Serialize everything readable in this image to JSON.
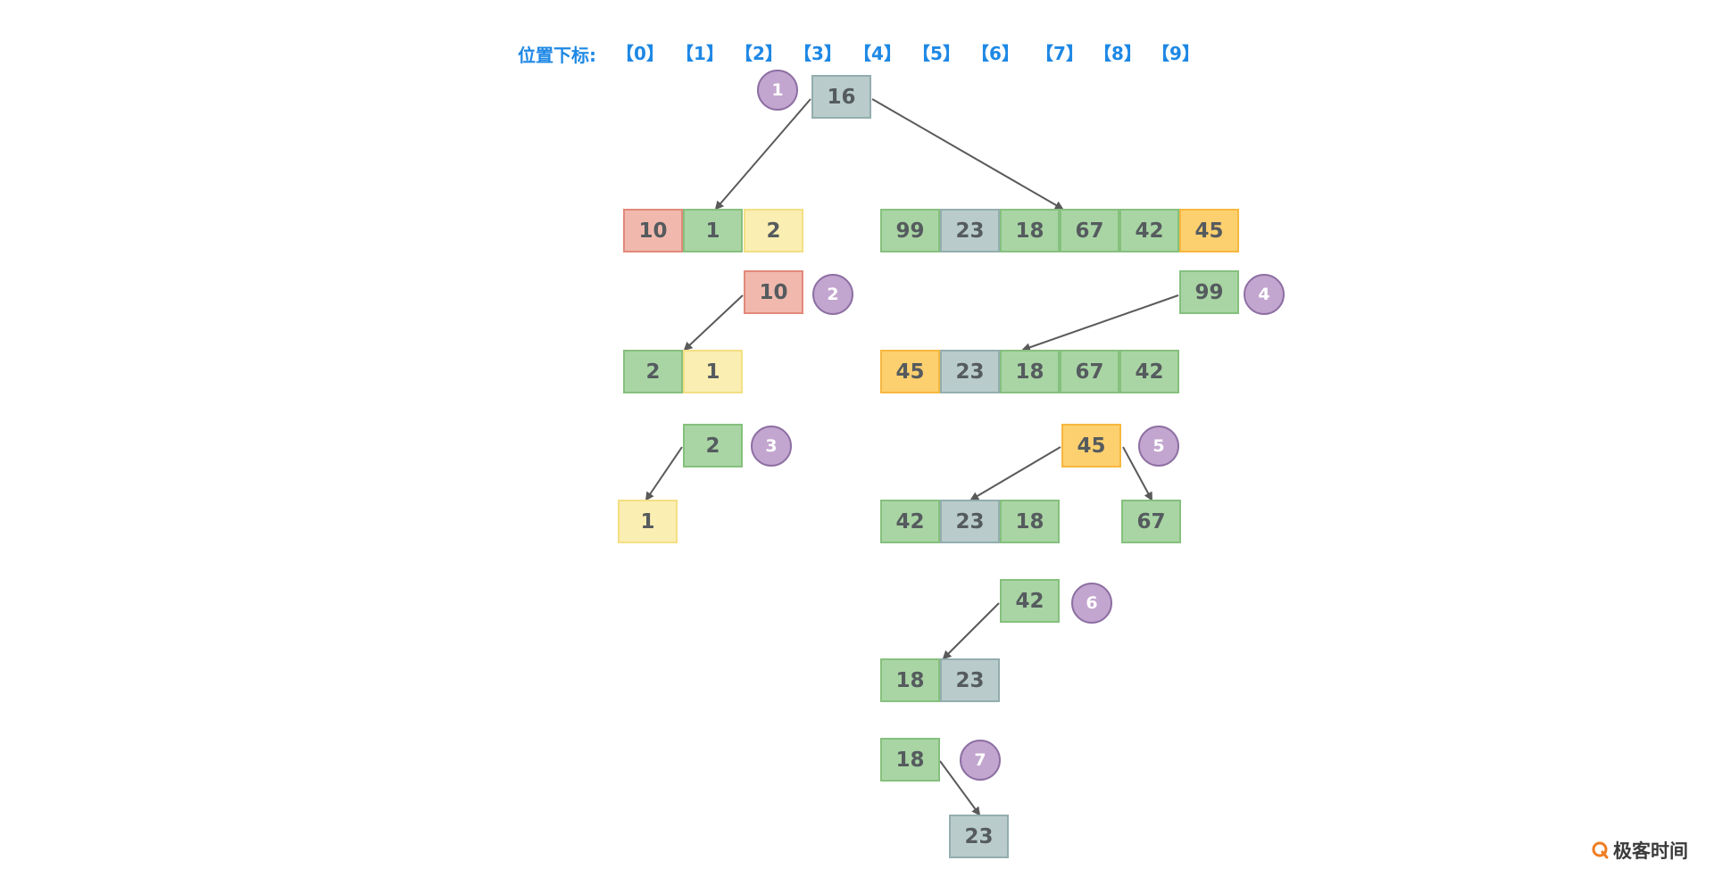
{
  "index_title": "位置下标:",
  "indices": [
    "【0】",
    "【1】",
    "【2】",
    "【3】",
    "【4】",
    "【5】",
    "【6】",
    "【7】",
    "【8】",
    "【9】"
  ],
  "colors": {
    "green": "#a9d5a4",
    "gray": "#b9cccb",
    "red": "#f1b9ad",
    "yellow": "#fbeeb2",
    "orange": "#fdd06f",
    "step_circle": "#c3a6cf",
    "index_text": "#1e88e5",
    "arrow": "#5a5a5a"
  },
  "boxes": [
    {
      "value": "16",
      "color": "gray"
    },
    {
      "value": "10",
      "color": "red"
    },
    {
      "value": "1",
      "color": "green"
    },
    {
      "value": "2",
      "color": "yellow"
    },
    {
      "value": "99",
      "color": "green"
    },
    {
      "value": "23",
      "color": "gray"
    },
    {
      "value": "18",
      "color": "green"
    },
    {
      "value": "67",
      "color": "green"
    },
    {
      "value": "42",
      "color": "green"
    },
    {
      "value": "45",
      "color": "orange"
    },
    {
      "value": "10",
      "color": "red"
    },
    {
      "value": "99",
      "color": "green"
    },
    {
      "value": "2",
      "color": "green"
    },
    {
      "value": "1",
      "color": "yellow"
    },
    {
      "value": "45",
      "color": "orange"
    },
    {
      "value": "23",
      "color": "gray"
    },
    {
      "value": "18",
      "color": "green"
    },
    {
      "value": "67",
      "color": "green"
    },
    {
      "value": "42",
      "color": "green"
    },
    {
      "value": "2",
      "color": "green"
    },
    {
      "value": "45",
      "color": "orange"
    },
    {
      "value": "1",
      "color": "yellow"
    },
    {
      "value": "42",
      "color": "green"
    },
    {
      "value": "23",
      "color": "gray"
    },
    {
      "value": "18",
      "color": "green"
    },
    {
      "value": "67",
      "color": "green"
    },
    {
      "value": "42",
      "color": "green"
    },
    {
      "value": "18",
      "color": "green"
    },
    {
      "value": "23",
      "color": "gray"
    },
    {
      "value": "18",
      "color": "green"
    },
    {
      "value": "23",
      "color": "gray"
    }
  ],
  "steps": [
    "1",
    "2",
    "3",
    "4",
    "5",
    "6",
    "7"
  ],
  "logo_text": "极客时间"
}
